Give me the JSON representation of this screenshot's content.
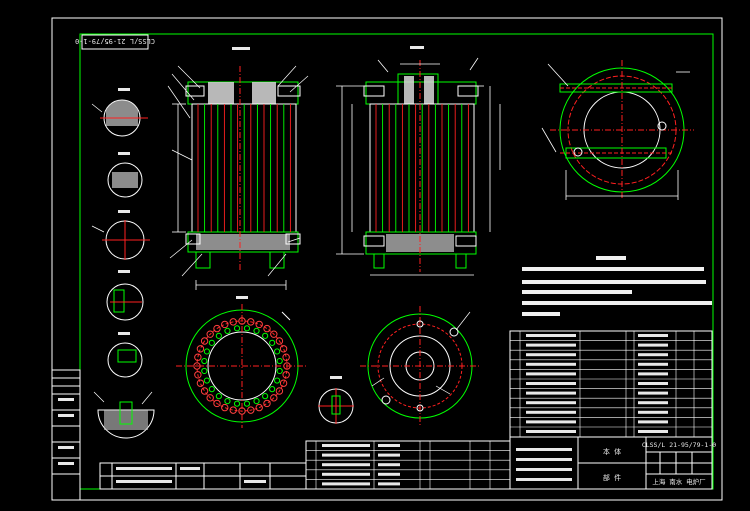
{
  "sheet": {
    "background": "#000000",
    "line_colors": {
      "frame": "#00ff00",
      "outline": "#ffffff",
      "centerline": "#ff2020",
      "fill": "#e8e8e8"
    }
  },
  "drawing_number_box": "CLSS/L 21-95/79-1-0",
  "title_block": {
    "drawing_number": "CLSS/L 21-95/79-1-0",
    "part_name": "本 体",
    "component_label": "部 件",
    "company": "上海 南水 电炉厂"
  },
  "icons": {
    "front_section": "vessel-section-icon",
    "side_section": "vessel-side-icon",
    "top_plan": "flange-plan-icon",
    "tube_sheet": "tube-sheet-icon",
    "cover": "cover-plate-icon"
  }
}
